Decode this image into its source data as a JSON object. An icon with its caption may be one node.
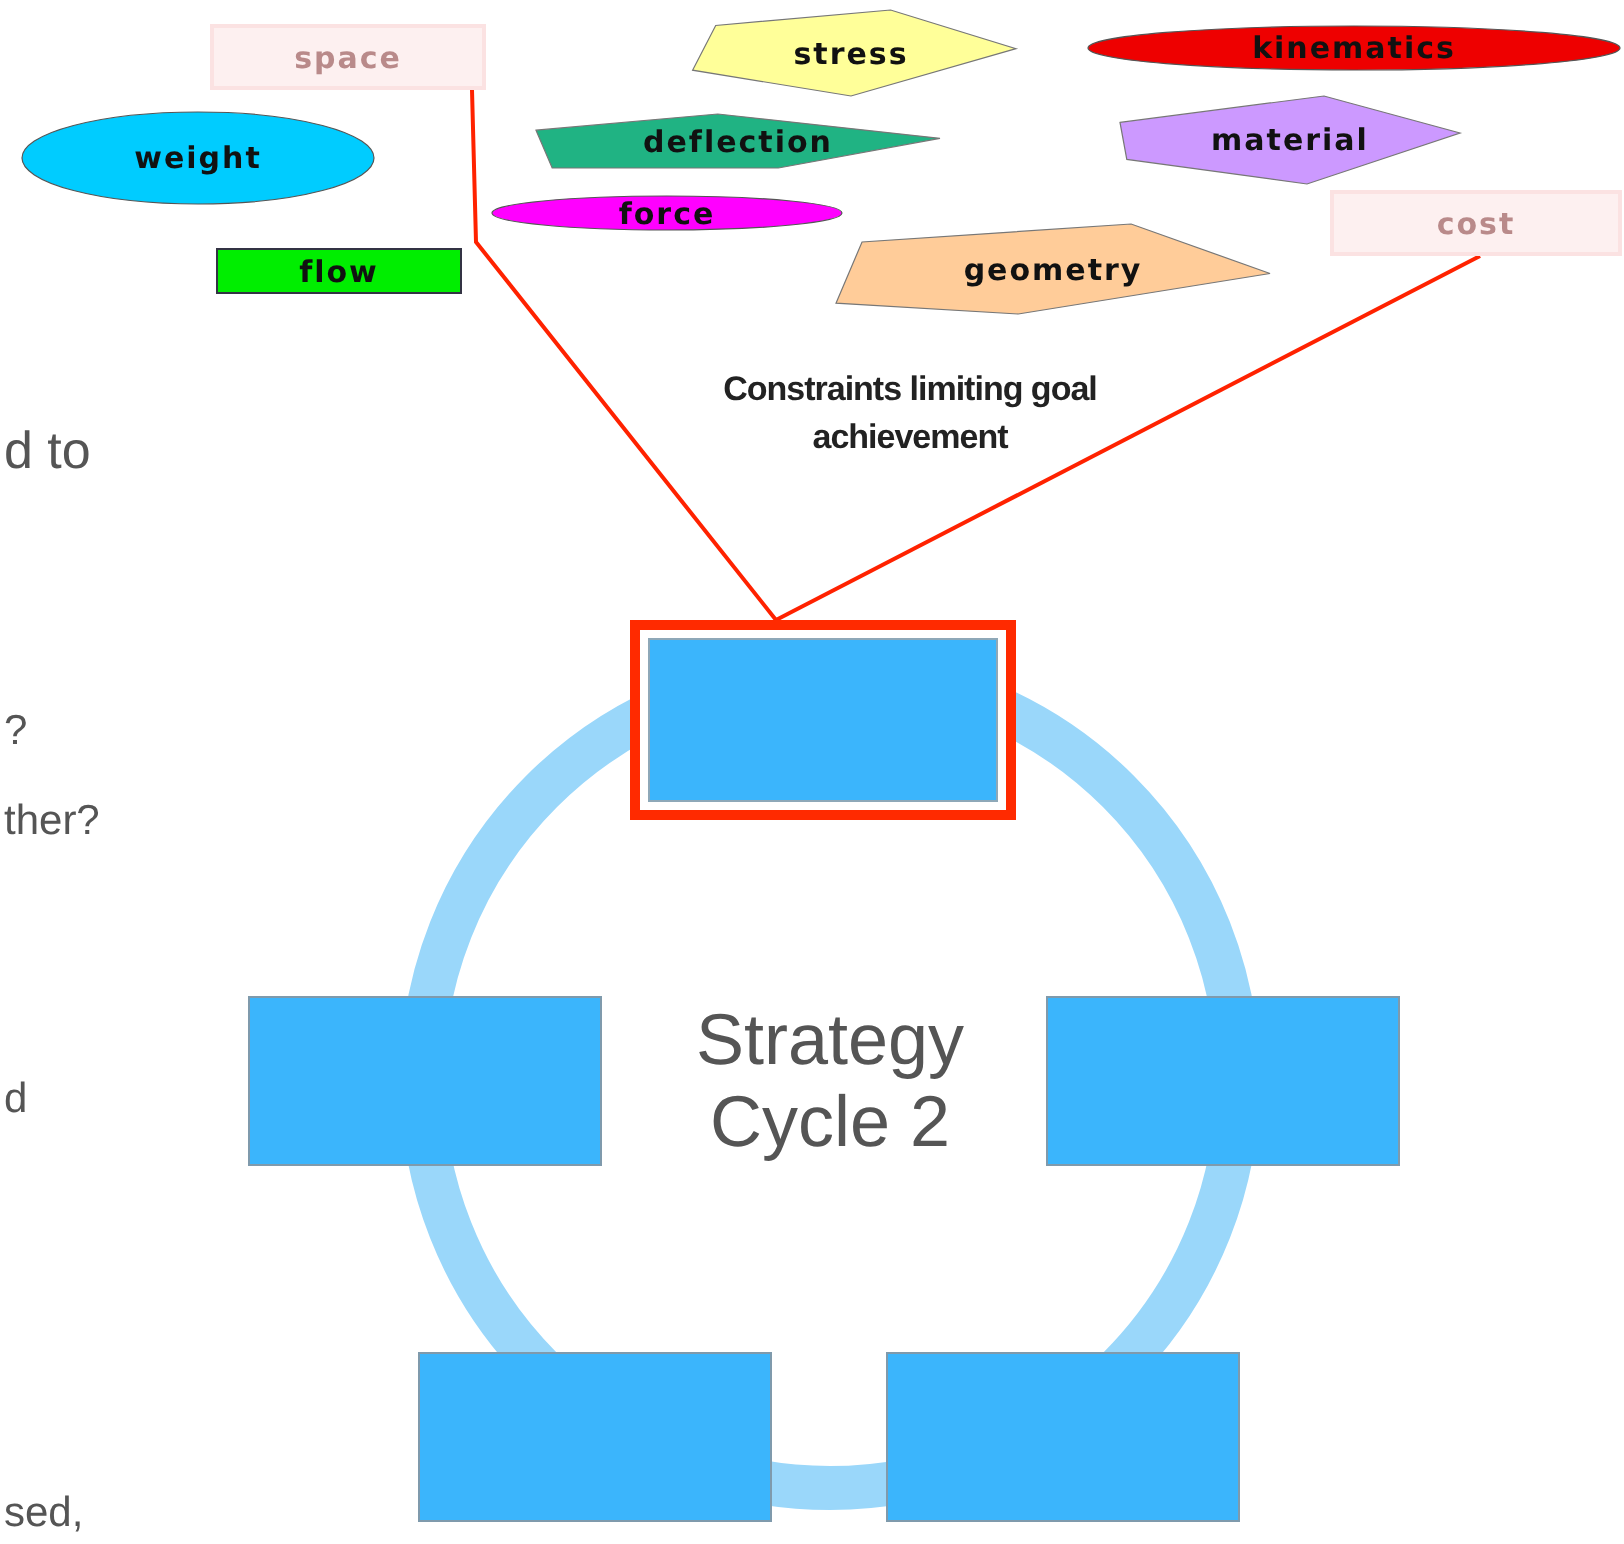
{
  "diagram": {
    "nodes": [
      {
        "text": [
          "space"
        ]
      },
      {
        "text": [
          "stress"
        ]
      },
      {
        "text": [
          "kinematics"
        ]
      },
      {
        "text": [
          "weight"
        ]
      },
      {
        "text": [
          "deflection"
        ]
      },
      {
        "text": [
          "material"
        ]
      },
      {
        "text": [
          "force"
        ]
      },
      {
        "text": [
          "cost"
        ]
      },
      {
        "text": [
          "flow"
        ]
      },
      {
        "text": [
          "geometry"
        ]
      },
      {
        "text": [
          "Strategy Cycle 2"
        ]
      },
      {
        "text": [],
        "shape": "box"
      },
      {
        "text": [],
        "shape": "box"
      },
      {
        "text": [],
        "shape": "box"
      },
      {
        "text": [],
        "shape": "box"
      },
      {
        "text": [],
        "shape": "box"
      }
    ],
    "edges": [
      {
        "from": 0,
        "to": 11,
        "arrow": "none"
      },
      {
        "from": 7,
        "to": 11,
        "arrow": "none"
      }
    ],
    "labels": [
      "Constraints limiting goal achievement",
      "d to",
      "?",
      "ther?",
      "d",
      "sed,"
    ]
  }
}
